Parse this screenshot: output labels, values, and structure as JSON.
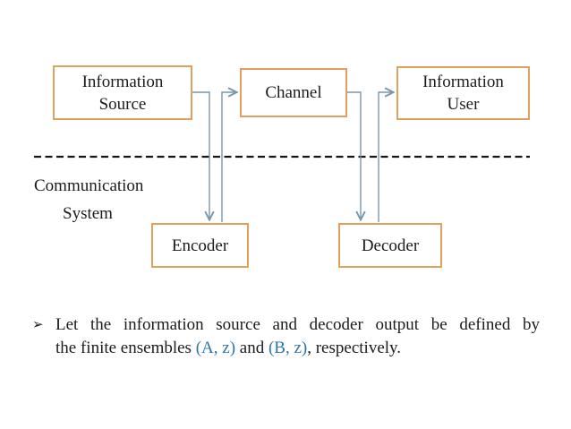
{
  "colors": {
    "box_border": "#e2a05f",
    "connector": "#7a96aa",
    "dashed_line": "#161616",
    "text": "#1b1b1b",
    "ensemble_blue": "#2e74a8",
    "slide_bg": "#ffffff"
  },
  "diagram": {
    "boxes": {
      "information_source": {
        "line1": "Information",
        "line2": "Source"
      },
      "channel": {
        "label": "Channel"
      },
      "information_user": {
        "line1": "Information",
        "line2": "User"
      },
      "encoder": {
        "label": "Encoder"
      },
      "decoder": {
        "label": "Decoder"
      }
    },
    "system_label": {
      "line1": "Communication",
      "line2": "System"
    }
  },
  "bullet": {
    "marker": "➢",
    "line1": "Let the information source and decoder output be defined by",
    "line2_segments": [
      {
        "text": "the finite ensembles ",
        "style": "normal"
      },
      {
        "text": "(A, z)",
        "style": "blue"
      },
      {
        "text": " and ",
        "style": "normal"
      },
      {
        "text": "(B, z)",
        "style": "blue"
      },
      {
        "text": ", respectively.",
        "style": "normal"
      }
    ]
  }
}
